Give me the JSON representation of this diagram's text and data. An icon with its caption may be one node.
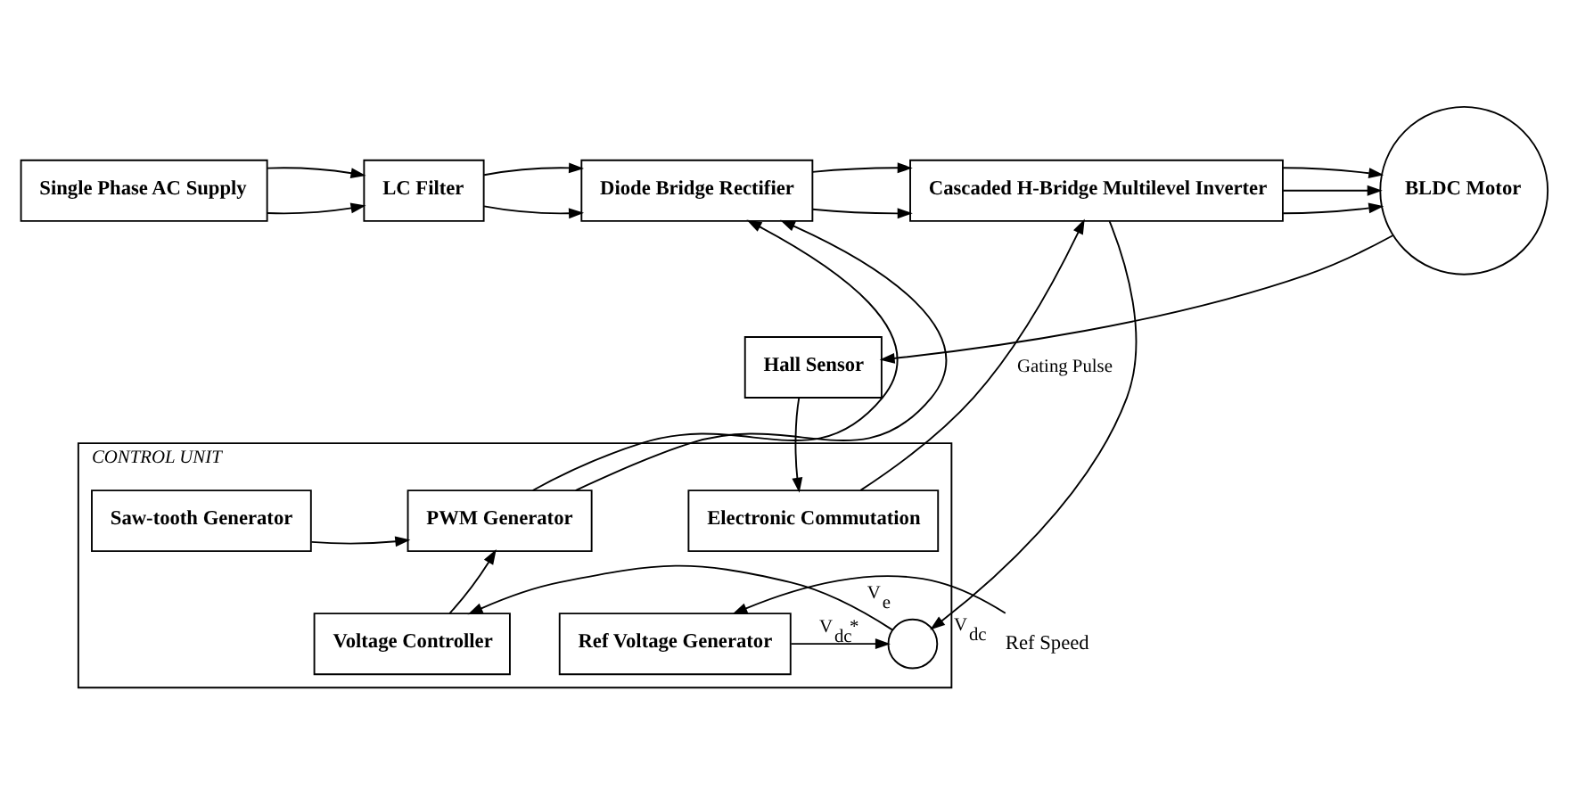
{
  "diagram": {
    "nodes": [
      {
        "text": [
          "Single Phase AC Supply"
        ]
      },
      {
        "text": [
          "LC Filter"
        ]
      },
      {
        "text": [
          "Diode Bridge Rectifier"
        ]
      },
      {
        "text": [
          "Cascaded H-Bridge Multilevel Inverter"
        ]
      },
      {
        "text": [
          "BLDC Motor"
        ]
      },
      {
        "text": [
          "Hall Sensor"
        ]
      },
      {
        "text": [
          "CONTROL UNIT"
        ]
      },
      {
        "text": [
          "Saw-tooth Generator"
        ],
        "in": 6
      },
      {
        "text": [
          "PWM Generator"
        ],
        "in": 6
      },
      {
        "text": [
          "Electronic Commutation"
        ],
        "in": 6
      },
      {
        "text": [
          "Voltage Controller"
        ],
        "in": 6
      },
      {
        "text": [],
        "shape": "circle",
        "in": 6
      },
      {
        "text": [
          "Ref Voltage Generator"
        ],
        "in": 6
      },
      {
        "text": [
          "Ref Speed"
        ]
      }
    ],
    "edges": [
      {
        "from": 0,
        "to": 1,
        "arrow": "to"
      },
      {
        "from": 0,
        "to": 1,
        "arrow": "to"
      },
      {
        "from": 1,
        "to": 2,
        "arrow": "to"
      },
      {
        "from": 1,
        "to": 2,
        "arrow": "to"
      },
      {
        "from": 2,
        "to": 3,
        "arrow": "to"
      },
      {
        "from": 2,
        "to": 3,
        "arrow": "to"
      },
      {
        "from": 3,
        "to": 4,
        "arrow": "to"
      },
      {
        "from": 3,
        "to": 4,
        "arrow": "to"
      },
      {
        "from": 3,
        "to": 4,
        "arrow": "to"
      },
      {
        "from": 4,
        "to": 5,
        "arrow": "to"
      },
      {
        "from": 5,
        "to": 9,
        "arrow": "to"
      },
      {
        "from": 9,
        "to": 3,
        "arrow": "to",
        "label": "Gating Pulse"
      },
      {
        "from": 8,
        "to": 2,
        "arrow": "to"
      },
      {
        "from": 8,
        "to": 2,
        "arrow": "to"
      },
      {
        "from": 7,
        "to": 8,
        "arrow": "to"
      },
      {
        "from": 10,
        "to": 8,
        "arrow": "to"
      },
      {
        "from": 3,
        "to": 11,
        "arrow": "to",
        "label": "V$_{dc}$"
      },
      {
        "from": 12,
        "to": 11,
        "arrow": "to",
        "label": "V$_{dc}$*"
      },
      {
        "from": 11,
        "to": 10,
        "arrow": "to",
        "label": "V$_{e}$"
      },
      {
        "from": 13,
        "to": 12,
        "arrow": "to"
      }
    ]
  }
}
